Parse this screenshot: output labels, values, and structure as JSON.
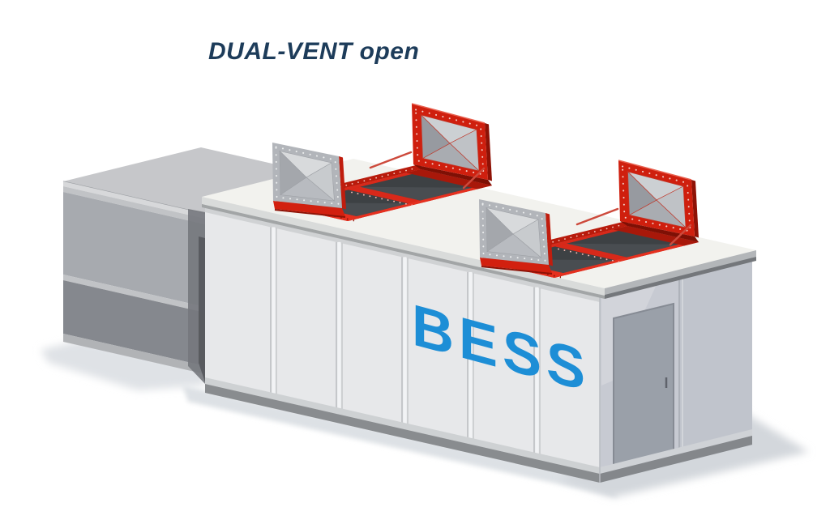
{
  "title": {
    "text": "DUAL-VENT open"
  },
  "container": {
    "label": "BESS",
    "vent_pairs": 2,
    "open_lids": 4,
    "state": "open"
  },
  "palette": {
    "title_navy": "#1d3c5a",
    "bess_blue": "#1d8ed6",
    "vent_red": "#d2200f",
    "vent_red_bright": "#e5301f",
    "vent_red_dark": "#8e1206",
    "roof_white": "#f2f2ee",
    "container_panel": "#e7e8ea",
    "container_end": "#c7cad2",
    "aux_unit_gray": "#a7aaaf",
    "opening_dark": "#3d4144",
    "shadow_gray": "#d5d9dd",
    "background": "#ffffff"
  }
}
